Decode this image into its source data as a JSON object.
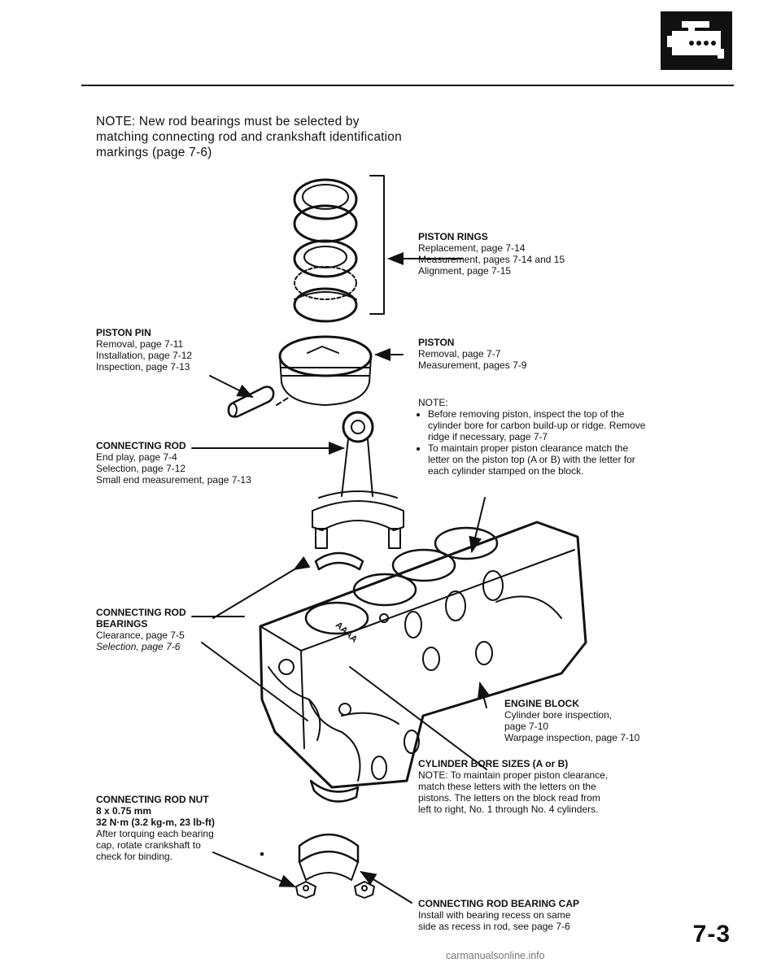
{
  "header": {
    "section_icon": "engine-block-icon"
  },
  "note_top": "NOTE: New rod bearings must be selected by matching connecting rod and crankshaft identification markings (page 7-6)",
  "piston_rings": {
    "title": "PISTON RINGS",
    "lines": [
      "Replacement, page 7-14",
      "Measurement, pages 7-14 and 15",
      "Alignment, page 7-15"
    ]
  },
  "piston_pin": {
    "title": "PISTON PIN",
    "lines": [
      "Removal, page 7-11",
      "Installation, page 7-12",
      "Inspection, page 7-13"
    ]
  },
  "piston": {
    "title": "PISTON",
    "lines": [
      "Removal, page 7-7",
      "Measurement, pages 7-9"
    ]
  },
  "note_piston": {
    "title": "NOTE:",
    "bullets": [
      "Before removing piston, inspect the top of the cylinder bore for carbon build-up or ridge. Remove ridge if necessary, page 7-7",
      "To maintain proper piston clearance match the letter on the piston top (A or B) with the letter for each cylinder stamped on the block."
    ]
  },
  "connecting_rod": {
    "title": "CONNECTING ROD",
    "lines": [
      "End play, page 7-4",
      "Selection, page 7-12",
      "Small end measurement, page 7-13"
    ]
  },
  "rod_bearings": {
    "title_1": "CONNECTING ROD",
    "title_2": "BEARINGS",
    "line_1": "Clearance, page 7-5",
    "line_2": "Selection, page 7-6"
  },
  "engine_block": {
    "title": "ENGINE BLOCK",
    "lines": [
      "Cylinder bore inspection,",
      "page 7-10",
      "Warpage inspection, page 7-10"
    ]
  },
  "bore_sizes": {
    "title": "CYLINDER BORE SIZES (A or B)",
    "lines": [
      "NOTE: To maintain proper piston clearance,",
      "match these letters with the letters on the",
      "pistons. The letters on the block read from",
      "left to right, No. 1 through No. 4 cylinders."
    ]
  },
  "rod_nut": {
    "title_1": "CONNECTING ROD NUT",
    "title_2": "8 x 0.75 mm",
    "title_3": "32 N·m (3.2 kg-m, 23 lb-ft)",
    "lines": [
      "After torquing each bearing",
      "cap, rotate crankshaft to",
      "check for binding."
    ]
  },
  "bearing_cap": {
    "title": "CONNECTING ROD BEARING CAP",
    "lines": [
      "Install with bearing recess on same",
      "side as recess in rod, see page 7-6"
    ]
  },
  "block_letters": "AAAA",
  "page_number": "7-3",
  "watermark": "carmanualsonline.info"
}
